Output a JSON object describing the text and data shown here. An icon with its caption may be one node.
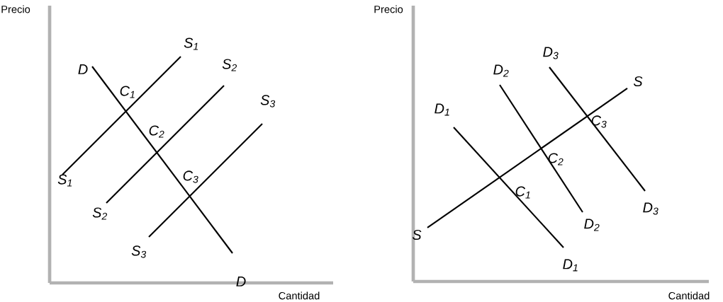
{
  "diagram": {
    "labels": [
      "Precio",
      "S$_{1}$",
      "D",
      "C$_{1}$",
      "S$_{2}$",
      "C$_{2}$",
      "S$_{3}$",
      "S$_{1}$",
      "C$_{3}$",
      "S$_{2}$",
      "S$_{3}$",
      "D",
      "Cantidad",
      "Precio",
      "D$_{3}$",
      "S",
      "D$_{2}$",
      "C$_{3}$",
      "D$_{1}$",
      "C$_{2}$",
      "C$_{1}$",
      "D$_{3}$",
      "D$_{2}$",
      "S",
      "D$_{1}$",
      "Cantidad"
    ]
  }
}
